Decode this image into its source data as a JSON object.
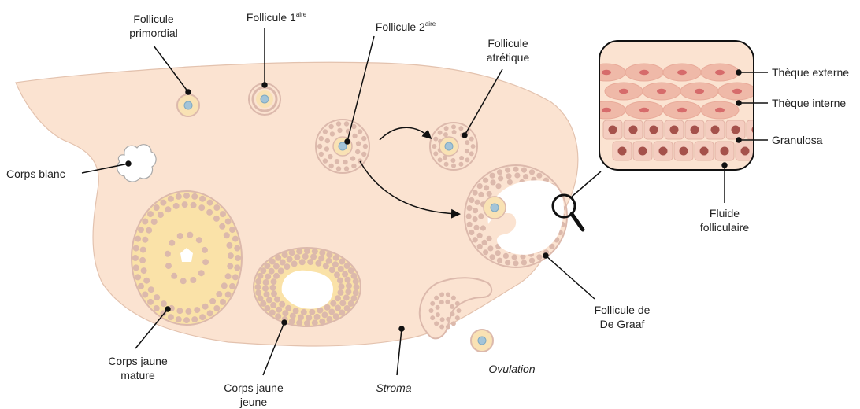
{
  "labels": {
    "primordial": {
      "line1": "Follicule",
      "line2": "primordial"
    },
    "primary": {
      "text": "Follicule 1",
      "sup": "aire"
    },
    "secondary": {
      "text": "Follicule 2",
      "sup": "aire"
    },
    "atretic": {
      "line1": "Follicule",
      "line2": "atrétique"
    },
    "corps_blanc": "Corps blanc",
    "corps_jaune_mature": {
      "line1": "Corps jaune",
      "line2": "mature"
    },
    "corps_jaune_jeune": {
      "line1": "Corps jaune",
      "line2": "jeune"
    },
    "stroma": "Stroma",
    "ovulation": "Ovulation",
    "de_graaf": {
      "line1": "Follicule de",
      "line2": "De Graaf"
    },
    "theque_externe": "Thèque externe",
    "theque_interne": "Thèque interne",
    "granulosa": "Granulosa",
    "fluide": {
      "line1": "Fluide",
      "line2": "folliculaire"
    }
  },
  "colors": {
    "ovary_fill": "#fbe3d1",
    "cell_granule": "#dcb9ac",
    "oocyte_fill": "#f9e2b4",
    "corpus_luteum": "#fae2a8",
    "nucleus": "#a3c4d8",
    "theca_cell": "#efb9a8",
    "theca_nucleus": "#d66b6b",
    "granulosa_cell": "#f4cdc0",
    "granulosa_nucleus": "#a5514b"
  }
}
